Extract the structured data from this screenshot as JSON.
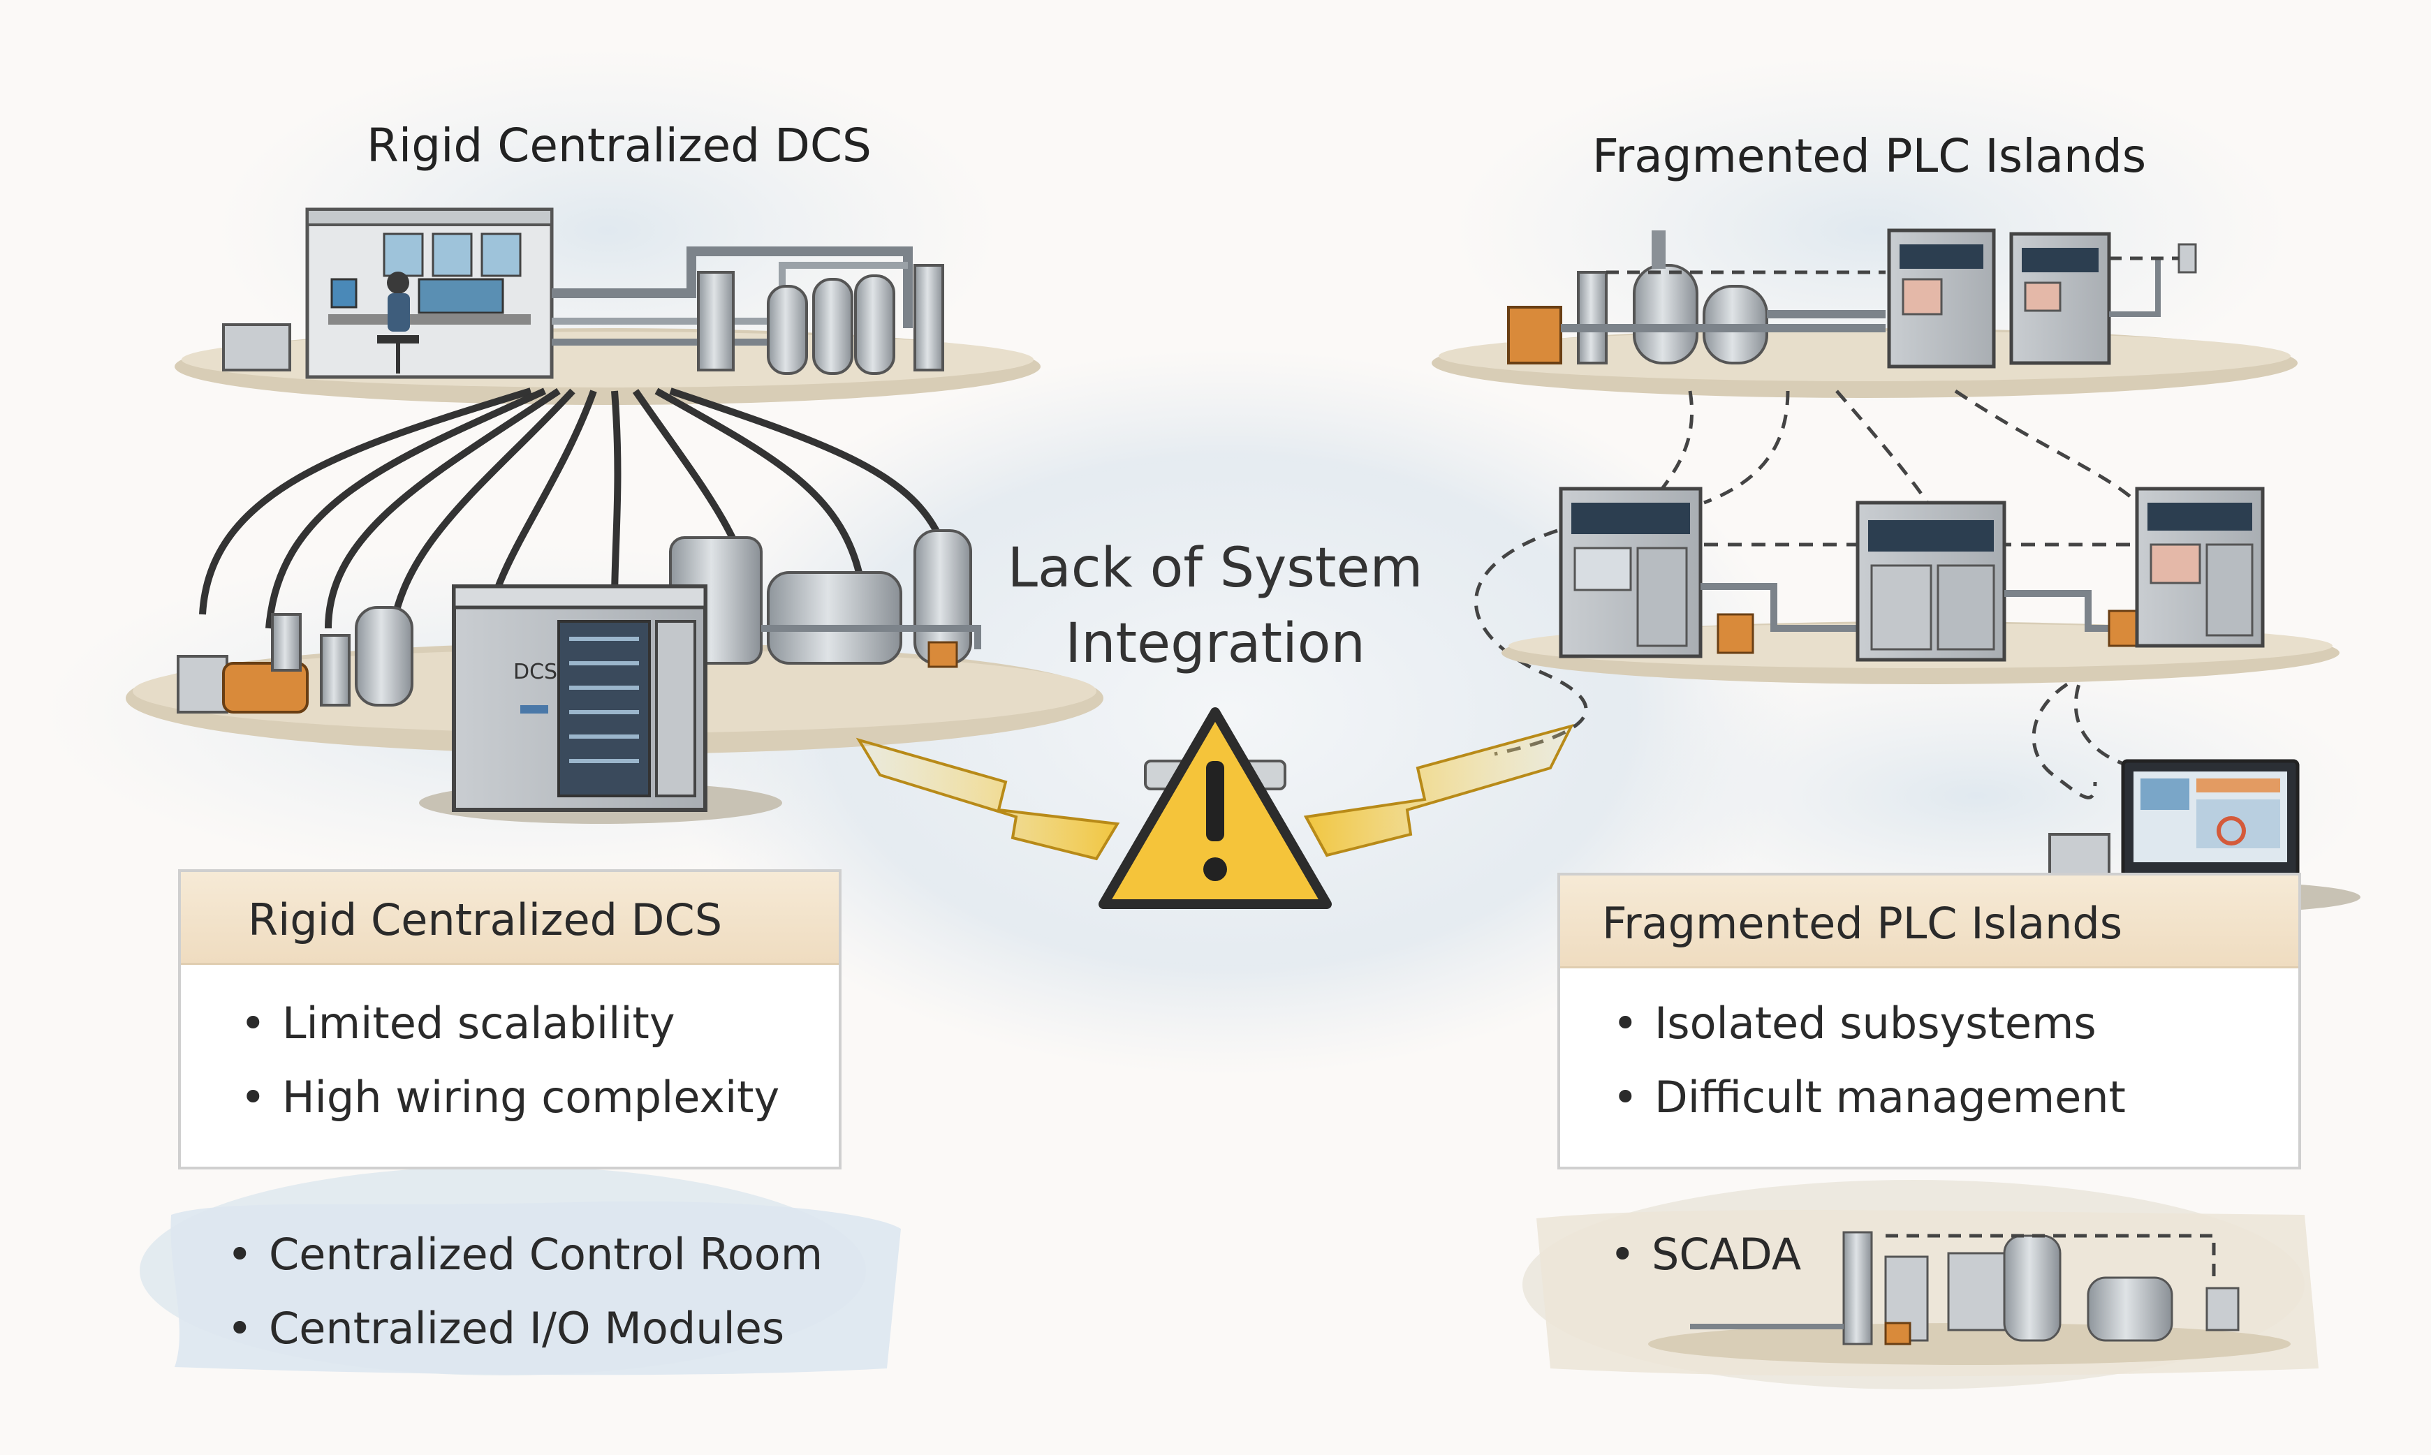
{
  "left": {
    "scene_title": "Rigid Centralized DCS",
    "cabinet_label": "DCS",
    "box": {
      "title": "Rigid Centralized DCS",
      "items": [
        "Limited scalability",
        "High wiring complexity"
      ]
    },
    "components": [
      "Centralized Control Room",
      "Centralized I/O Modules"
    ]
  },
  "right": {
    "scene_title": "Fragmented PLC Islands",
    "box": {
      "title": "Fragmented PLC Islands",
      "items": [
        "Isolated subsystems",
        "Difficult management"
      ]
    },
    "components": [
      "SCADA"
    ]
  },
  "center": {
    "line1": "Lack of System",
    "line2": "Integration",
    "icon": "warning-icon"
  },
  "colors": {
    "warning_yellow": "#f5c43a",
    "bolt_yellow": "#f3cf5a",
    "header_tan": "#f2e2c8",
    "box_border": "#cfcfcf",
    "equipment_gray": "#9aa0a6",
    "accent_orange": "#d9822b"
  }
}
